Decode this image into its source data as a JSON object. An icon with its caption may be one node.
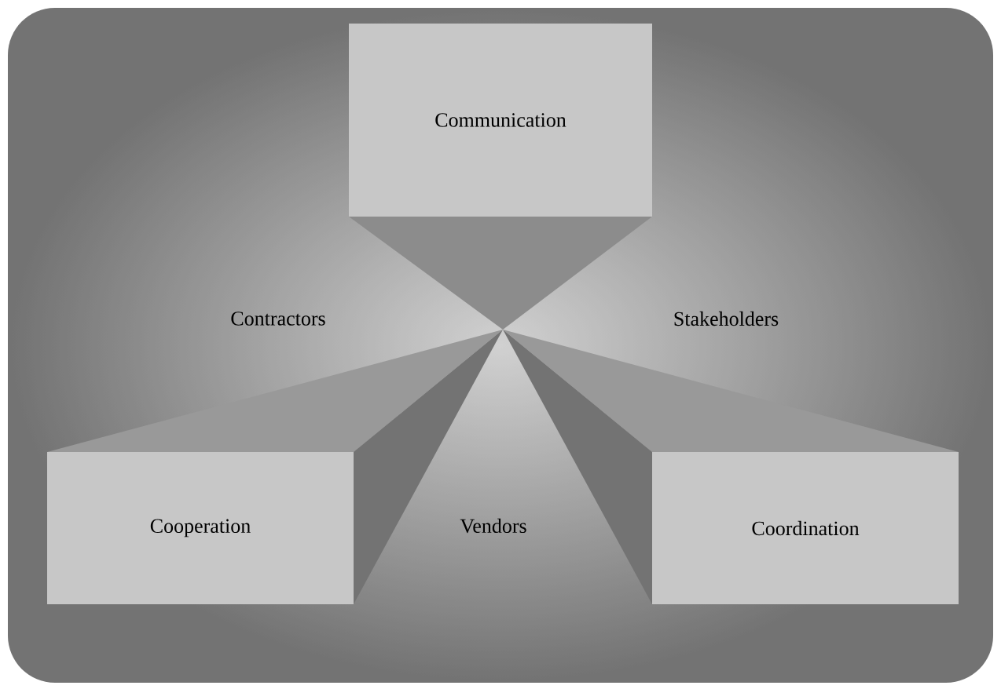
{
  "diagram": {
    "nodes": [
      {
        "text": [
          "Communication"
        ]
      },
      {
        "text": [
          "Cooperation"
        ]
      },
      {
        "text": [
          "Coordination"
        ]
      }
    ],
    "labels": [
      "Contractors",
      "Stakeholders",
      "Vendors"
    ]
  }
}
